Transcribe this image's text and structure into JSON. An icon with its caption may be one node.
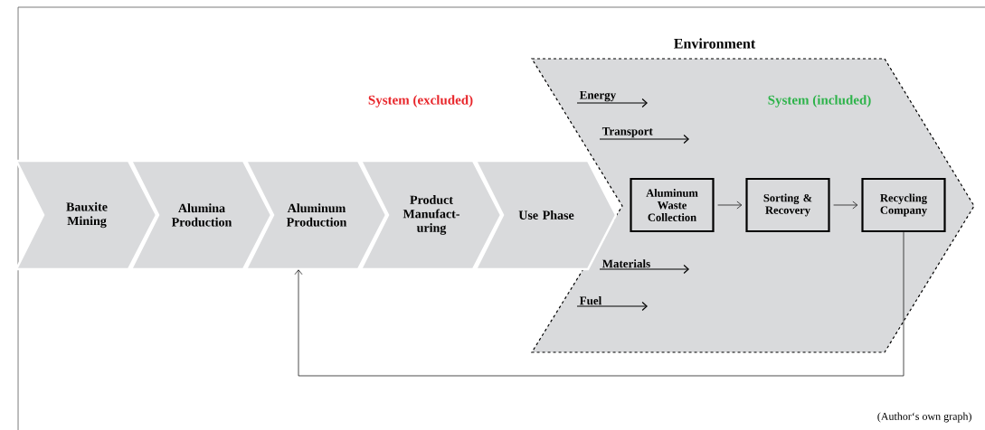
{
  "diagram": {
    "caption": "(Author‘s own graph)",
    "nodes": [
      {
        "text": [
          "Environment",
          "System (included)"
        ]
      },
      {
        "text": [
          "Bauxite Mining"
        ]
      },
      {
        "text": [
          "Alumina Production"
        ]
      },
      {
        "text": [
          "Aluminum Production"
        ]
      },
      {
        "text": [
          "Product Manufact- uring"
        ]
      },
      {
        "text": [
          "Use Phase"
        ]
      },
      {
        "text": [
          "Aluminum Waste Collection"
        ],
        "in": 0
      },
      {
        "text": [
          "Sorting & Recovery"
        ],
        "in": 0
      },
      {
        "text": [
          "Recycling Company"
        ],
        "in": 0
      }
    ],
    "edges": [
      {
        "from": 6,
        "to": 7,
        "arrow": "to"
      },
      {
        "from": 7,
        "to": 8,
        "arrow": "to"
      },
      {
        "from": 8,
        "to": 3,
        "arrow": "to"
      }
    ],
    "labels": [
      "System (excluded)",
      "Energy",
      "Transport",
      "Materials",
      "Fuel"
    ]
  }
}
